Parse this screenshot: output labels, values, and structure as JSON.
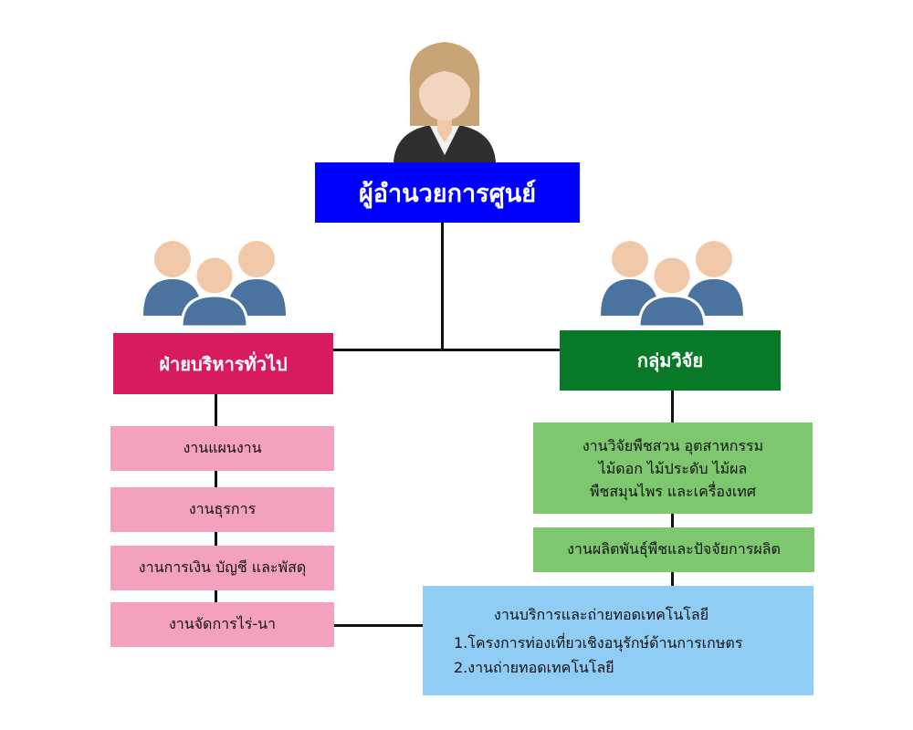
{
  "director": {
    "title": "ผู้อำนวยการศูนย์"
  },
  "admin": {
    "title": "ฝ่ายบริหารทั่วไป",
    "units": [
      "งานแผนงาน",
      "งานธุรการ",
      "งานการเงิน บัญชี และพัสดุ",
      "งานจัดการไร่-นา"
    ]
  },
  "research": {
    "title": "กลุ่มวิจัย",
    "unit1": {
      "lines": [
        "งานวิจัยพืชสวน อุตสาหกรรม",
        "ไม้ดอก ไม้ประดับ ไม้ผล",
        "พืชสมุนไพร และเครื่องเทศ"
      ]
    },
    "unit2": {
      "label": "งานผลิตพันธุ์พืชและปัจจัยการผลิต"
    }
  },
  "service": {
    "title": "งานบริการและถ่ายทอดเทคโนโลยี",
    "items": [
      "1.โครงการท่องเที่ยวเชิงอนุรักษ์ด้านการเกษตร",
      "2.งานถ่ายทอดเทคโนโลยี"
    ]
  },
  "colors": {
    "director": "#0000ff",
    "admin": "#d81b60",
    "research": "#087a27",
    "admin_units": "#f4a1bd",
    "research_units": "#7dc86f",
    "service": "#8fcdf4",
    "people_icon": "#4a73a0",
    "skin": "#f2c9a8"
  },
  "icons": {
    "director": "businesswoman-icon",
    "admin": "people-group-icon",
    "research": "people-group-icon"
  }
}
